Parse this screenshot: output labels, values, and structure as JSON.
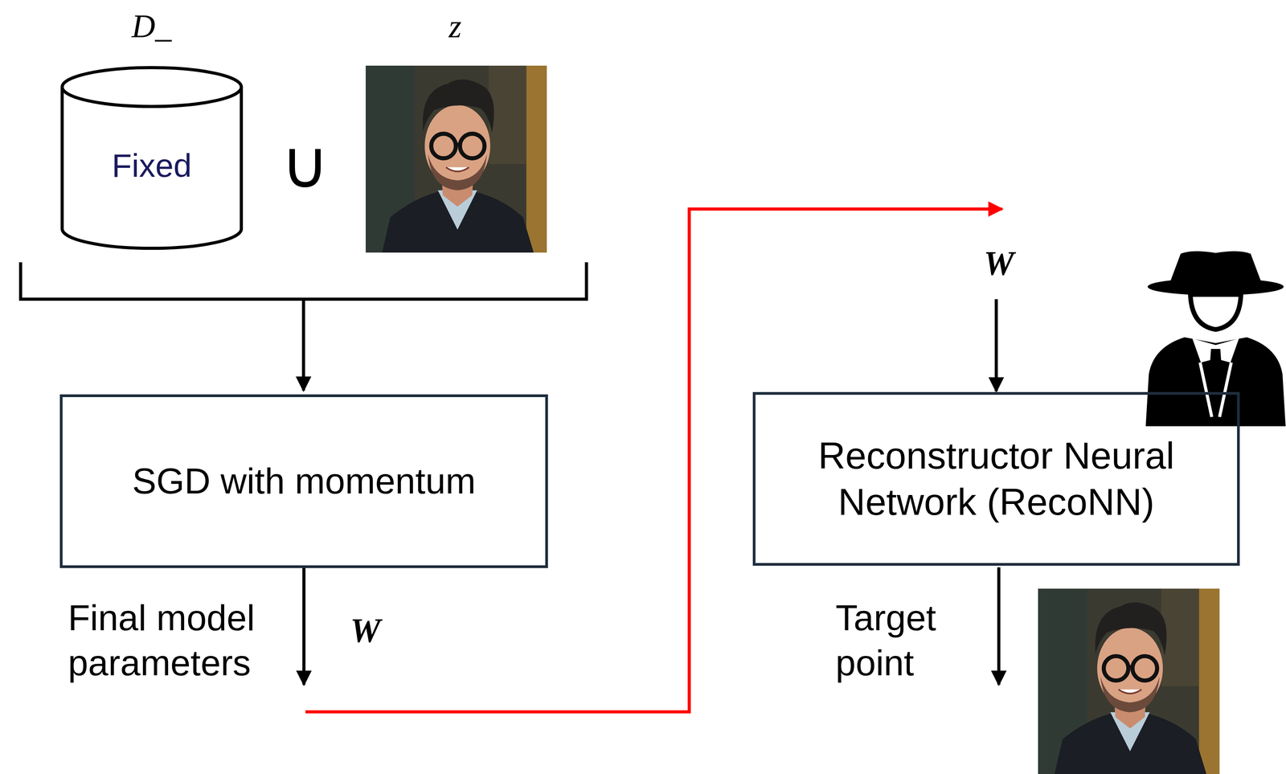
{
  "diagram": {
    "nodes": [
      {
        "text": [
          "Fixed"
        ]
      },
      {
        "text": [
          "SGD with momentum"
        ]
      },
      {
        "text": [
          "Reconstructor Neural Network (RecoNN)"
        ]
      }
    ],
    "edges": [
      {
        "from": 1,
        "to": 2,
        "arrow": "to"
      }
    ],
    "labels": [
      "D_",
      "z",
      "∪",
      "Final model parameters",
      "W",
      "W",
      "Target point"
    ]
  }
}
